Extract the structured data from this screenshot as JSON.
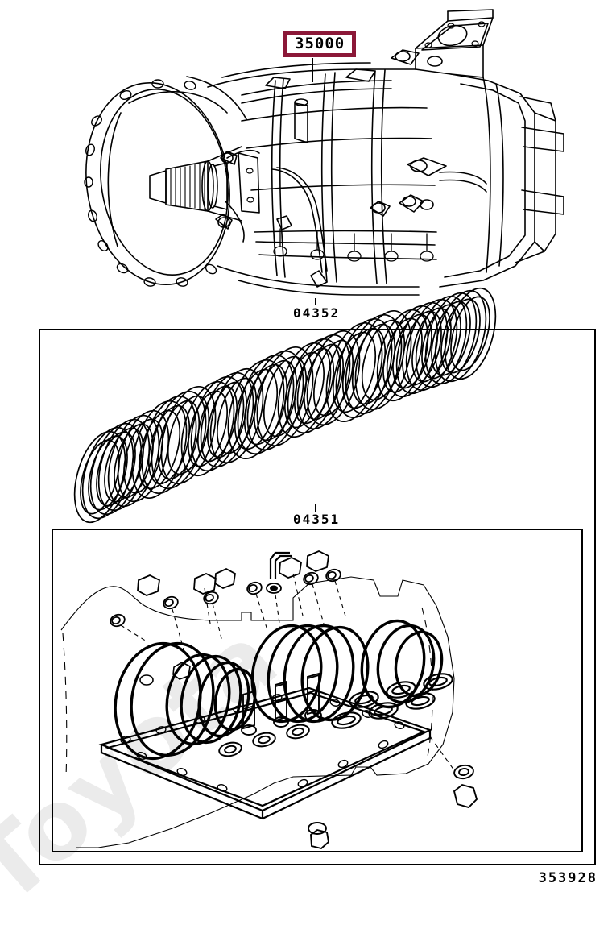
{
  "document": {
    "kind": "parts-catalog-illustration",
    "figure_id": "353928",
    "watermark": "Toyota",
    "background_color": "#ffffff",
    "line_color": "#000000",
    "callout_border_color": "#8b1838"
  },
  "callouts": [
    {
      "id": "35000",
      "label": "35000",
      "style": "boxed-highlight",
      "description": "Automatic transmission assembly"
    }
  ],
  "part_numbers": [
    {
      "id": "04352",
      "label": "04352",
      "description": "Overhaul gasket kit - transmission assembly"
    },
    {
      "id": "04351",
      "label": "04351",
      "description": "Seal ring kit"
    }
  ],
  "panels": [
    {
      "name": "transmission-assembly",
      "label": "35000",
      "content": "Automatic transmission unit, bell housing left with splined input shaft"
    },
    {
      "name": "seal-ring-stack",
      "label": "04352",
      "content": "Diagonal stack of clutch seal rings / O-rings"
    },
    {
      "name": "gasket-kit",
      "label": "04351",
      "content": "Transmission case with O-rings, plugs, washers, bolts and oil pan gasket"
    }
  ],
  "figure": {
    "number_label": "353928"
  }
}
